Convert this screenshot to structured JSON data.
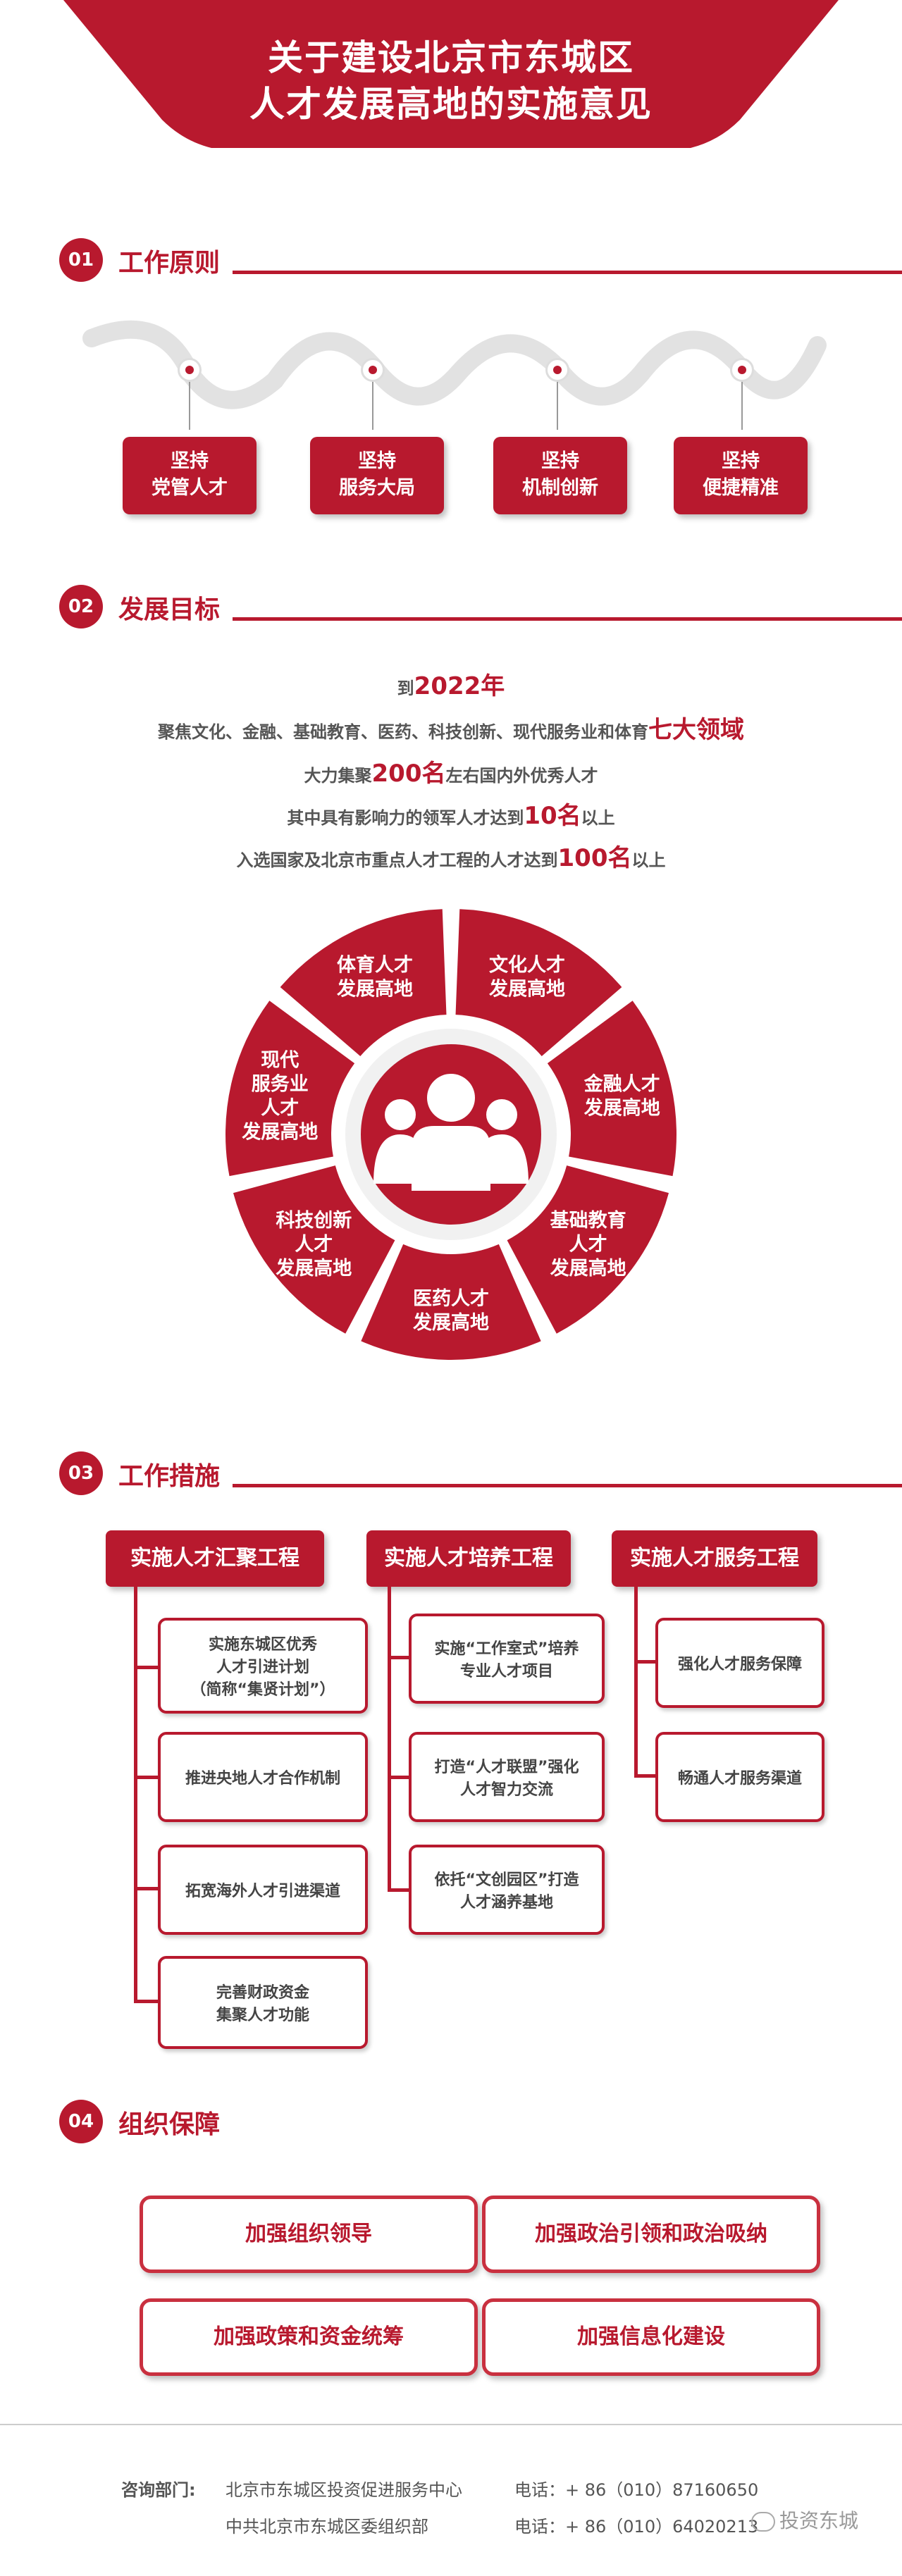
{
  "header": {
    "title_line1": "关于建设北京市东城区",
    "title_line2": "人才发展高地的实施意见"
  },
  "section1": {
    "number": "01",
    "title": "工作原则",
    "principles": [
      {
        "line1": "坚持",
        "line2": "党管人才"
      },
      {
        "line1": "坚持",
        "line2": "服务大局"
      },
      {
        "line1": "坚持",
        "line2": "机制创新"
      },
      {
        "line1": "坚持",
        "line2": "便捷精准"
      }
    ]
  },
  "section2": {
    "number": "02",
    "title": "发展目标",
    "goal1": {
      "prefix": "到",
      "highlight": "2022年"
    },
    "goal2": {
      "prefix": "聚焦文化、金融、基础教育、医药、科技创新、现代服务业和体育",
      "highlight": "七大领域"
    },
    "goal3": {
      "prefix": "大力集聚",
      "highlight": "200名",
      "suffix": "左右国内外优秀人才"
    },
    "goal4": {
      "prefix": "其中具有影响力的领军人才达到",
      "highlight": "10名",
      "suffix": "以上"
    },
    "goal5": {
      "prefix": "入选国家及北京市重点人才工程的人才达到",
      "highlight": "100名",
      "suffix": "以上"
    },
    "wheel": [
      {
        "lines": [
          "文化人才",
          "发展高地"
        ]
      },
      {
        "lines": [
          "金融人才",
          "发展高地"
        ]
      },
      {
        "lines": [
          "基础教育",
          "人才",
          "发展高地"
        ]
      },
      {
        "lines": [
          "医药人才",
          "发展高地"
        ]
      },
      {
        "lines": [
          "科技创新",
          "人才",
          "发展高地"
        ]
      },
      {
        "lines": [
          "现代",
          "服务业",
          "人才",
          "发展高地"
        ]
      },
      {
        "lines": [
          "体育人才",
          "发展高地"
        ]
      }
    ]
  },
  "section3": {
    "number": "03",
    "title": "工作措施",
    "col1": {
      "head": "实施人才汇聚工程",
      "items": [
        [
          "实施东城区优秀",
          "人才引进计划",
          "（简称“集贤计划”）"
        ],
        [
          "推进央地人才合作机制"
        ],
        [
          "拓宽海外人才引进渠道"
        ],
        [
          "完善财政资金",
          "集聚人才功能"
        ]
      ]
    },
    "col2": {
      "head": "实施人才培养工程",
      "items": [
        [
          "实施“工作室式”培养",
          "专业人才项目"
        ],
        [
          "打造“人才联盟”强化",
          "人才智力交流"
        ],
        [
          "依托“文创园区”打造",
          "人才涵养基地"
        ]
      ]
    },
    "col3": {
      "head": "实施人才服务工程",
      "items": [
        [
          "强化人才服务保障"
        ],
        [
          "畅通人才服务渠道"
        ]
      ]
    }
  },
  "section4": {
    "number": "04",
    "title": "组织保障",
    "items": [
      "加强组织领导",
      "加强政治引领和政治吸纳",
      "加强政策和资金统筹",
      "加强信息化建设"
    ]
  },
  "footer": {
    "label": "咨询部门:",
    "dept1": "北京市东城区投资促进服务中心",
    "phone1": "电话：+ 86（010）87160650",
    "dept2": "中共北京市东城区委组织部",
    "phone2": "电话：+ 86（010）64020213",
    "watermark": "投资东城"
  },
  "colors": {
    "accent": "#b8192e",
    "accent_light": "#c9303f"
  }
}
